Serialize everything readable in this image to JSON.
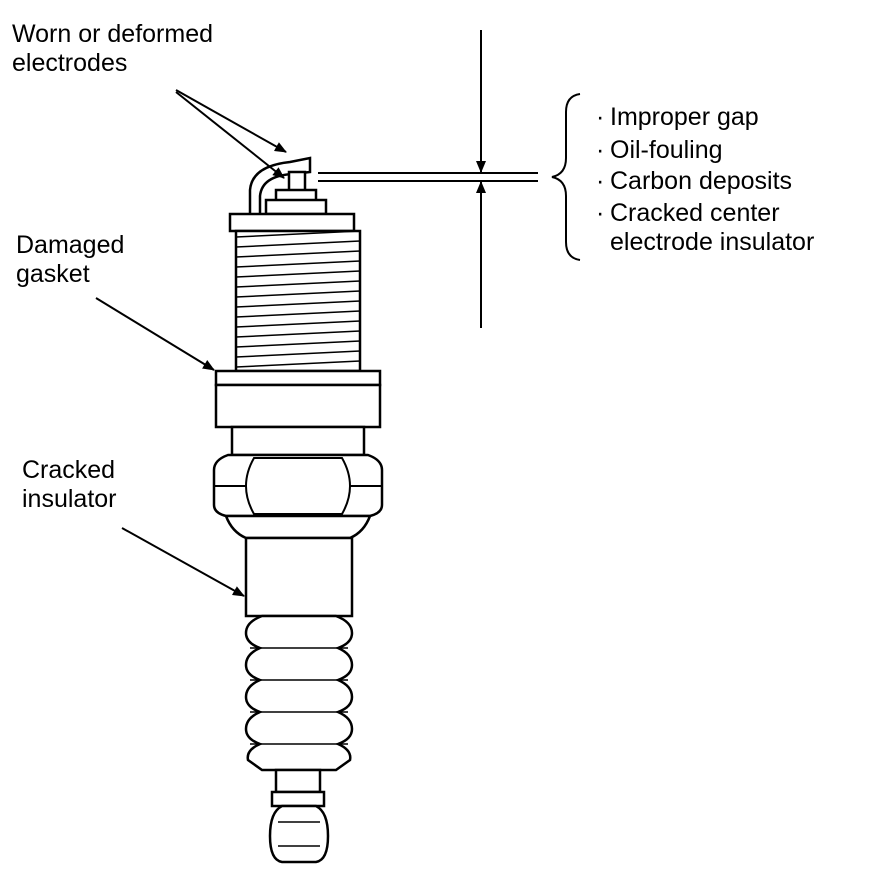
{
  "callouts": {
    "electrodes": [
      "Worn or deformed",
      "electrodes"
    ],
    "gasket": [
      "Damaged",
      "gasket"
    ],
    "insulator": [
      "Cracked",
      "insulator"
    ]
  },
  "problems": [
    "Improper gap",
    "Oil-fouling",
    "Carbon deposits",
    "Cracked center",
    "electrode insulator"
  ],
  "colors": {
    "ink": "#000000",
    "paper": "#ffffff"
  }
}
